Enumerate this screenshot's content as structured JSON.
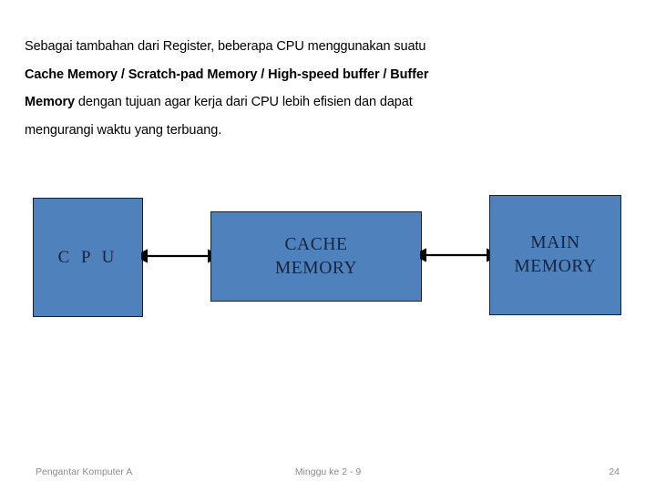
{
  "slide": {
    "body_lines": [
      {
        "parts": [
          {
            "text": "Sebagai tambahan dari Register, beberapa CPU menggunakan suatu",
            "bold": false
          }
        ]
      },
      {
        "parts": [
          {
            "text": "Cache Memory / Scratch-pad Memory / High-speed buffer / Buffer",
            "bold": true
          }
        ]
      },
      {
        "parts": [
          {
            "text": "Memory",
            "bold": true
          },
          {
            "text": " dengan tujuan agar kerja dari CPU lebih efisien dan dapat",
            "bold": false
          }
        ]
      },
      {
        "parts": [
          {
            "text": "mengurangi waktu yang terbuang.",
            "bold": false
          }
        ]
      }
    ],
    "diagram": {
      "box_fill_color": "#4F81BD",
      "box_border_color": "#17232E",
      "box_text_color": "#17243C",
      "arrow_color": "#000000",
      "boxes": {
        "cpu": {
          "line1": "C P U",
          "line2": ""
        },
        "cache": {
          "line1": "CACHE",
          "line2": "MEMORY"
        },
        "main": {
          "line1": "MAIN",
          "line2": "MEMORY"
        }
      },
      "connectors": [
        {
          "name": "cpu-cache",
          "style": "double-headed"
        },
        {
          "name": "cache-main",
          "style": "double-headed"
        }
      ]
    },
    "footer": {
      "left": "Pengantar Komputer A",
      "center": "Minggu ke 2 - 9",
      "page_number": "24"
    }
  }
}
